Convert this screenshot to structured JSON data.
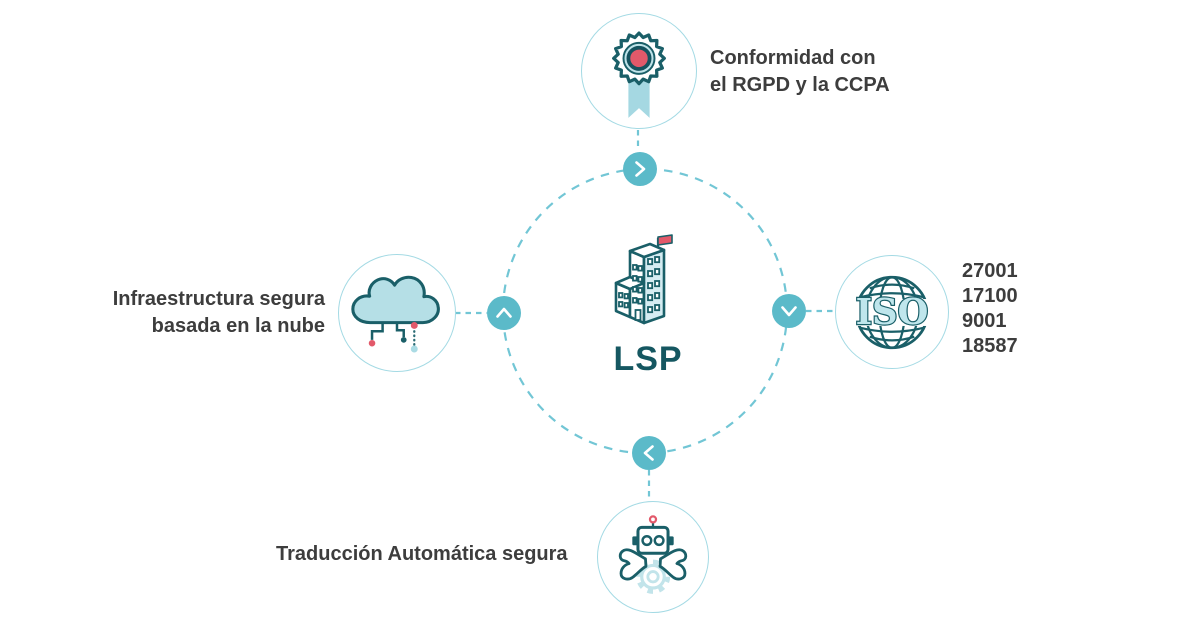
{
  "hub": {
    "label": "LSP",
    "icon": "building-icon"
  },
  "orbit": {
    "arrows": [
      {
        "position": "top",
        "direction": "right"
      },
      {
        "position": "right",
        "direction": "down"
      },
      {
        "position": "bottom",
        "direction": "left"
      },
      {
        "position": "left",
        "direction": "up"
      }
    ]
  },
  "nodes": {
    "compliance": {
      "icon": "certificate-badge-icon",
      "label_line1": "Conformidad con",
      "label_line2": "el RGPD y la CCPA"
    },
    "iso": {
      "icon": "iso-globe-icon",
      "logo_text": "ISO",
      "standards": [
        "27001",
        "17100",
        "9001",
        "18587"
      ]
    },
    "machine_translation": {
      "icon": "robot-flex-icon",
      "label": "Traducción Automática segura"
    },
    "cloud": {
      "icon": "cloud-circuit-icon",
      "label_line1": "Infraestructura segura",
      "label_line2": "basada en la nube"
    }
  },
  "colors": {
    "accent_teal": "#5bbac9",
    "orbit_dash": "#72c6d5",
    "node_border": "#a4dae4",
    "outline_dark": "#1a5f68",
    "fill_light_blue": "#bfe3e9",
    "accent_red": "#e2596a",
    "text_dark": "#3d3d3d",
    "hub_text": "#155761"
  }
}
